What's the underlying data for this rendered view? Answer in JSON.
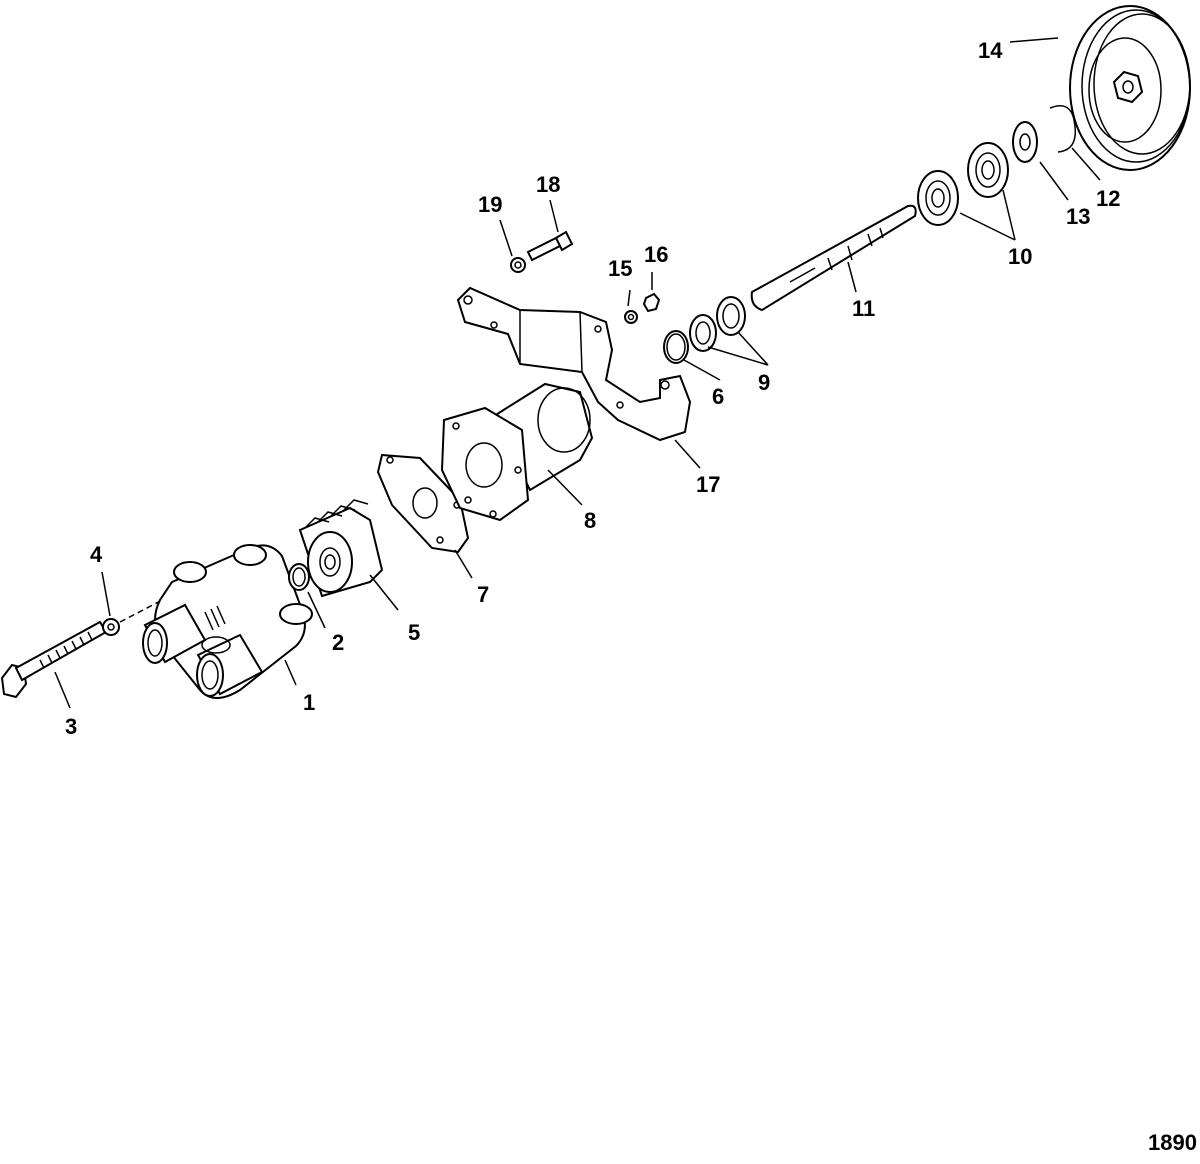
{
  "callouts": {
    "c1": "1",
    "c2": "2",
    "c3": "3",
    "c4": "4",
    "c5": "5",
    "c6": "6",
    "c7": "7",
    "c8": "8",
    "c9": "9",
    "c10": "10",
    "c11": "11",
    "c12": "12",
    "c13": "13",
    "c14": "14",
    "c15": "15",
    "c16": "16",
    "c17": "17",
    "c18": "18",
    "c19": "19"
  },
  "figure_number": "1890"
}
